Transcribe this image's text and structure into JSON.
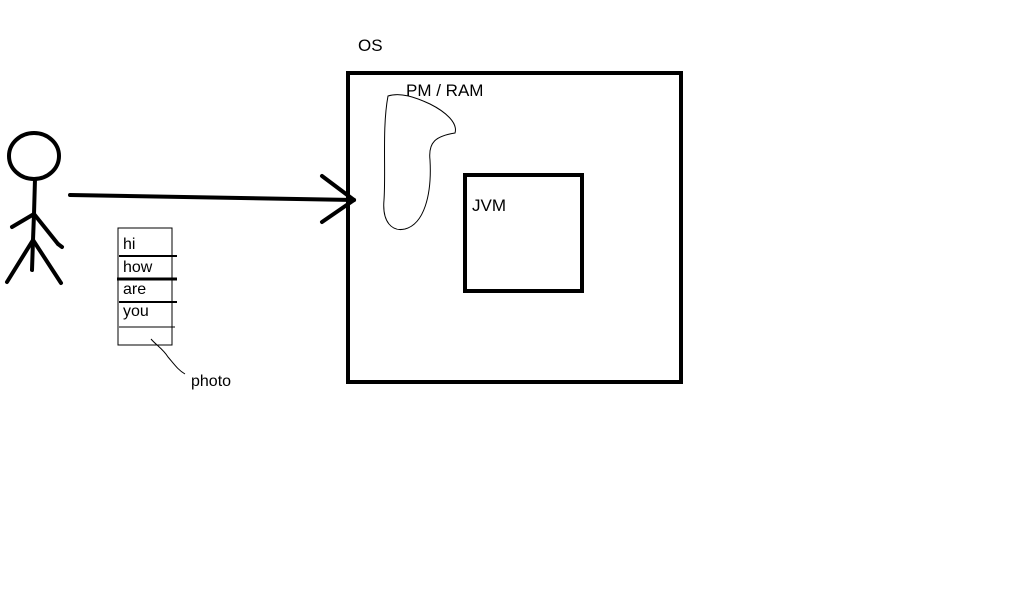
{
  "labels": {
    "os": "OS",
    "memory": "PM / RAM",
    "jvm": "JVM",
    "photo": "photo"
  },
  "note": {
    "lines": [
      "hi",
      "how",
      "are",
      "you"
    ]
  },
  "colors": {
    "ink": "#000000",
    "background": "#ffffff"
  },
  "icons": {
    "person": "stick-figure-icon",
    "arrow": "arrow-right-icon"
  }
}
